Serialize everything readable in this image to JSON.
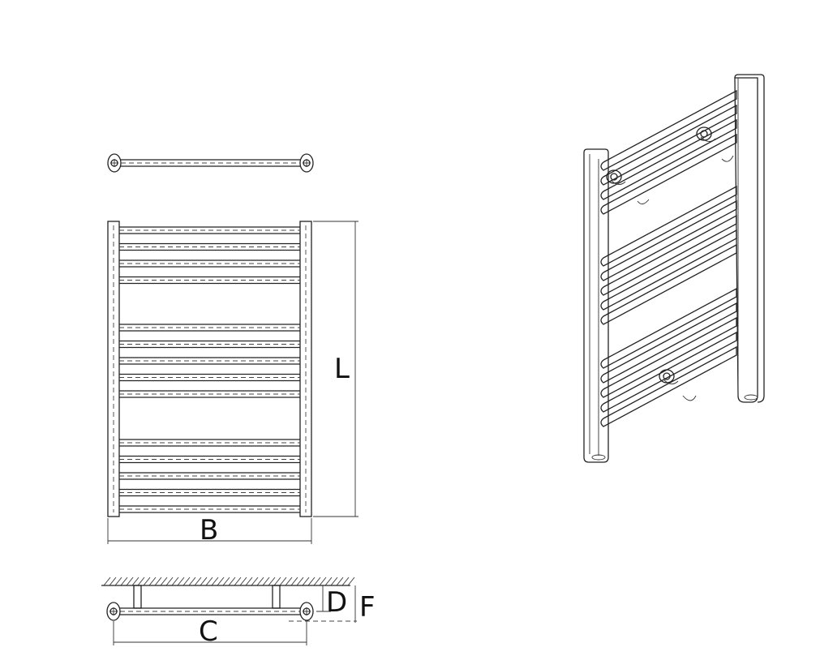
{
  "dimensions": {
    "width_label": "B",
    "length_label": "L",
    "center_label": "C",
    "depth_label": "D",
    "wall_label": "F"
  },
  "rails": {
    "groups": [
      {
        "count": 4
      },
      {
        "count": 5
      },
      {
        "count": 5
      }
    ]
  }
}
